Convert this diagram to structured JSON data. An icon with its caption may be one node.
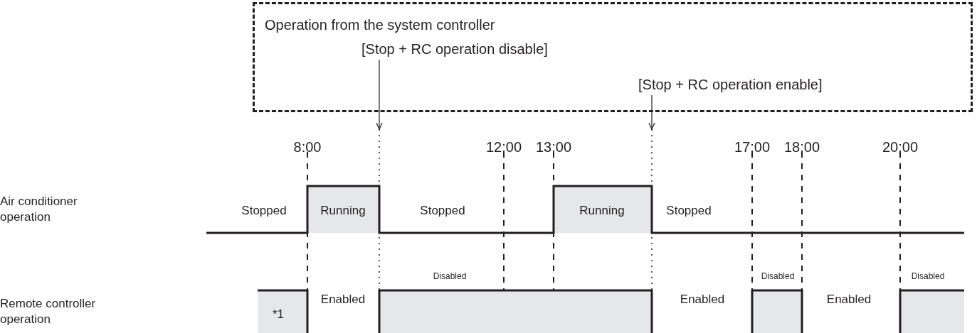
{
  "diagram": {
    "nodes": [
      {
        "text": [
          "Operation from the system controller"
        ]
      },
      {
        "text": [
          "[Stop + RC operation disable]"
        ],
        "in": 0
      },
      {
        "text": [
          "[Stop + RC operation enable]"
        ],
        "in": 0
      }
    ],
    "edges": [
      {
        "from": 1,
        "to": null,
        "arrow": "to"
      },
      {
        "from": 2,
        "to": null,
        "arrow": "to"
      }
    ],
    "labels": [
      "8:00",
      "12:00",
      "13:00",
      "17:00",
      "18:00",
      "20:00",
      "Air conditioner operation",
      "Stopped",
      "Running",
      "Stopped",
      "Running",
      "Stopped",
      "Disabled",
      "Disabled",
      "Disabled",
      "Remote controller operation",
      "*1",
      "Enabled",
      "Enabled",
      "Enabled"
    ]
  }
}
